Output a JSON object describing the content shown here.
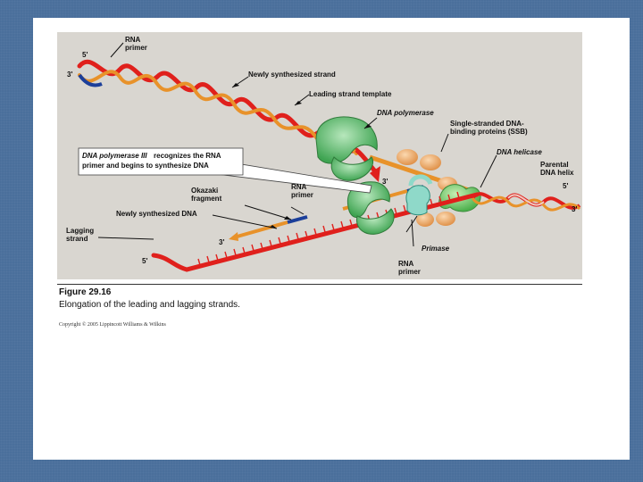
{
  "diagram": {
    "labels": {
      "rna_primer_top": [
        "RNA",
        "primer"
      ],
      "five_prime_top": "5'",
      "three_prime_top": "3'",
      "newly_synthesized_strand": "Newly synthesized strand",
      "leading_strand_template": "Leading strand template",
      "dna_polymerase": "DNA polymerase",
      "ssb": [
        "Single-stranded DNA-",
        "binding proteins (SSB)"
      ],
      "dna_helicase": "DNA helicase",
      "parental_dna_helix": [
        "Parental",
        "DNA helix"
      ],
      "five_prime_right": "5'",
      "three_prime_right": "3'",
      "three_prime_leading": "3'",
      "callout_line1_italic": "DNA polymerase III",
      "callout_line1_rest": " recognizes the RNA",
      "callout_line2": "primer and begins to synthesize DNA",
      "okazaki_fragment": [
        "Okazaki",
        "fragment"
      ],
      "rna_primer_mid": [
        "RNA",
        "primer"
      ],
      "newly_synthesized_dna": "Newly synthesized DNA",
      "lagging_strand": [
        "Lagging",
        "strand"
      ],
      "three_prime_lagging": "3'",
      "five_prime_lagging": "5'",
      "primase": "Primase",
      "rna_primer_bottom": [
        "RNA",
        "primer"
      ]
    }
  },
  "caption": {
    "figure_number": "Figure 29.16",
    "description": "Elongation of the leading and lagging strands.",
    "copyright": "Copyright © 2005 Lippincott Williams & Wilkins"
  },
  "colors": {
    "slide_background": "#4a6f9b",
    "figure_background": "#d9d6d0",
    "red_strand": "#e0201c",
    "orange_strand": "#e8922a",
    "polymerase_green": "#6fc27a",
    "ssb_orange": "#eeb070",
    "primer_blue": "#1c3f9a"
  }
}
